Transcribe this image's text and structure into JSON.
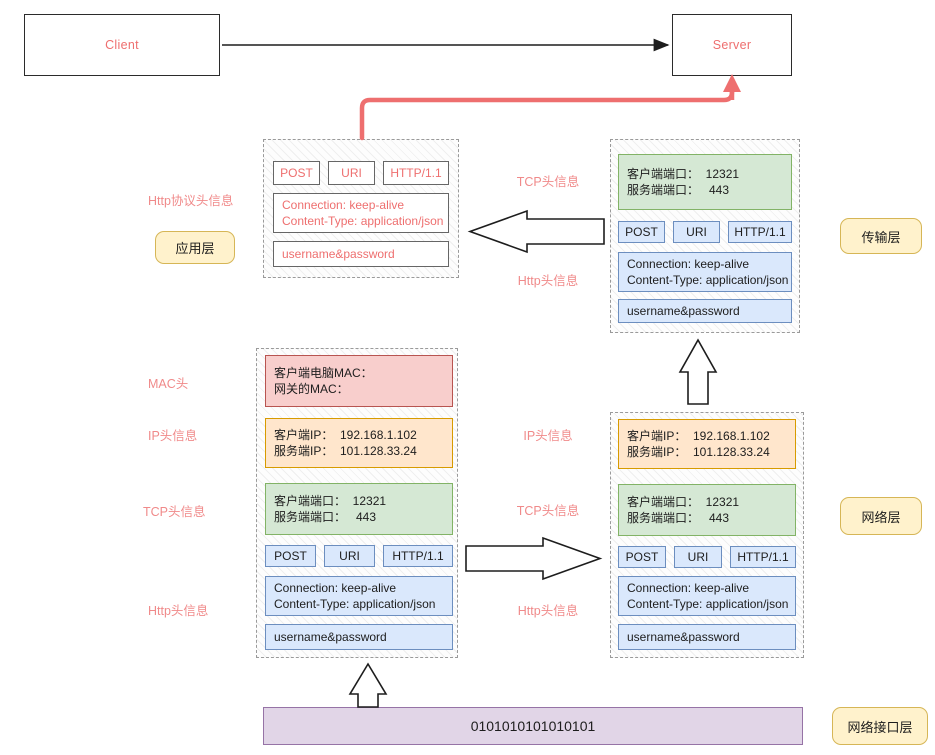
{
  "endpoints": {
    "client": "Client",
    "server": "Server"
  },
  "layer_badges": {
    "application": "应用层",
    "transport": "传输层",
    "network": "网络层",
    "link": "网络接口层"
  },
  "labels": {
    "http_protocol_header": "Http协议头信息",
    "mac_header": "MAC头",
    "ip_header": "IP头信息",
    "tcp_header": "TCP头信息",
    "http_header": "Http头信息",
    "tcp_header_mid_top": "TCP头信息",
    "http_header_mid_top": "Http头信息",
    "ip_header_mid": "IP头信息",
    "tcp_header_mid": "TCP头信息",
    "http_header_mid": "Http头信息"
  },
  "http_request_line": {
    "method": "POST",
    "uri": "URI",
    "version": "HTTP/1.1"
  },
  "http_headers": {
    "line1": "Connection: keep-alive",
    "line2": "Content-Type: application/json"
  },
  "http_body": "username&password",
  "mac_header": {
    "line1": "客户端电脑MAC：",
    "line2": "网关的MAC："
  },
  "ip_header": {
    "line1": "客户端IP：  192.168.1.102",
    "line2": "服务端IP：  101.128.33.24"
  },
  "tcp_header": {
    "line1": "客户端端口：  12321",
    "line2": "服务端端口：   443"
  },
  "bitstream": "0101010101010101",
  "colors": {
    "accent_red": "#ee6f6f",
    "label_red": "#f08a8a",
    "badge_fill": "#fff2cc",
    "badge_border": "#d6b656",
    "mac_fill": "#f8cecc",
    "mac_border": "#b85450",
    "ip_fill": "#ffe6cc",
    "ip_border": "#d79b00",
    "tcp_fill": "#d5e8d4",
    "tcp_border": "#82b366",
    "http_fill": "#dae8fc",
    "http_border": "#6c8ebf",
    "bits_fill": "#e1d5e7",
    "bits_border": "#9673a6"
  }
}
